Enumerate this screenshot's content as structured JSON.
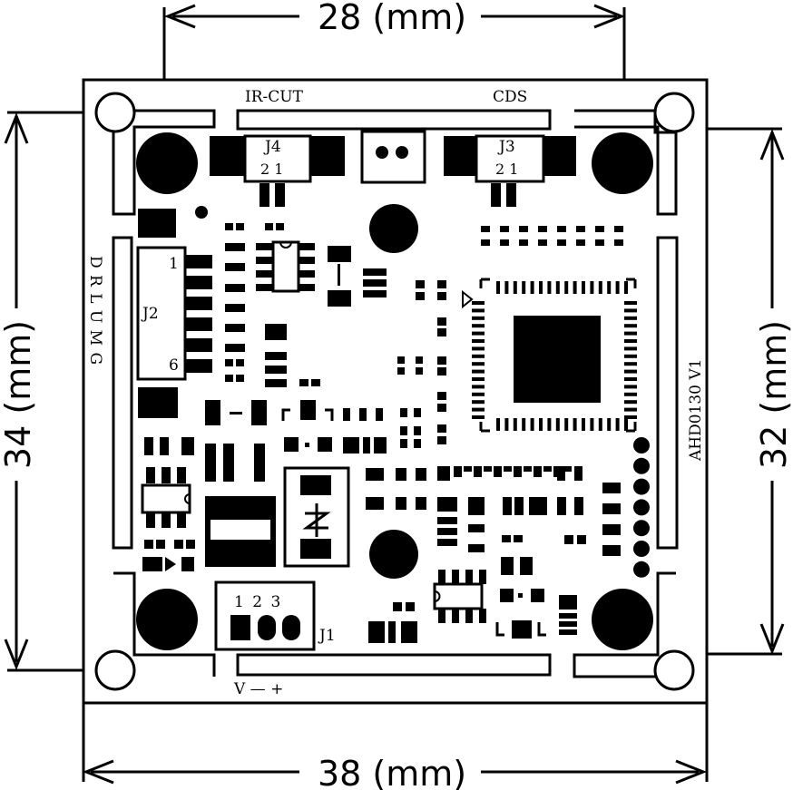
{
  "dimensions": {
    "top": "28 (mm)",
    "bottom": "38 (mm)",
    "left": "34 (mm)",
    "right": "32 (mm)"
  },
  "silkscreen": {
    "ir_cut": "IR-CUT",
    "cds": "CDS",
    "j4": "J4",
    "j4_pins": "2 1",
    "j3": "J3",
    "j3_pins": "2 1",
    "j2": "J2",
    "j2_pin1": "1",
    "j2_pin6": "6",
    "j2_side": "D R L U M G",
    "board_name": "AHD0130 V1",
    "j1": "J1",
    "j1_pins": "1 2 3",
    "power": "V — +"
  },
  "colors": {
    "ink": "#000000",
    "paper": "#ffffff"
  }
}
